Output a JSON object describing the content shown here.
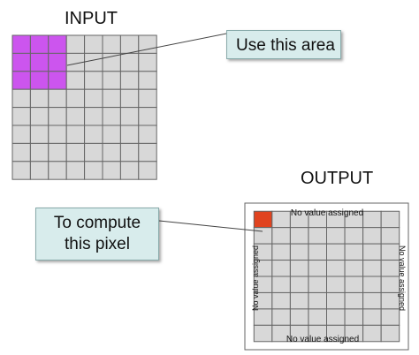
{
  "input": {
    "title": "INPUT",
    "rows": 8,
    "cols": 8,
    "highlight_rows": 3,
    "highlight_cols": 3,
    "cell_fill": "#d8d8d8",
    "highlight_fill": "#cc55ee",
    "grid_stroke": "#666666"
  },
  "output": {
    "title": "OUTPUT",
    "rows": 8,
    "cols": 8,
    "cell_fill": "#d8d8d8",
    "border_fill": "#ffffff",
    "target_fill": "#e0431f",
    "label_top": "No value assigned",
    "label_bottom": "No value assigned",
    "label_left": "No value assigned",
    "label_right": "No value assigned"
  },
  "callouts": {
    "area": "Use this area",
    "pixel_line1": "To compute",
    "pixel_line2": "this pixel"
  }
}
